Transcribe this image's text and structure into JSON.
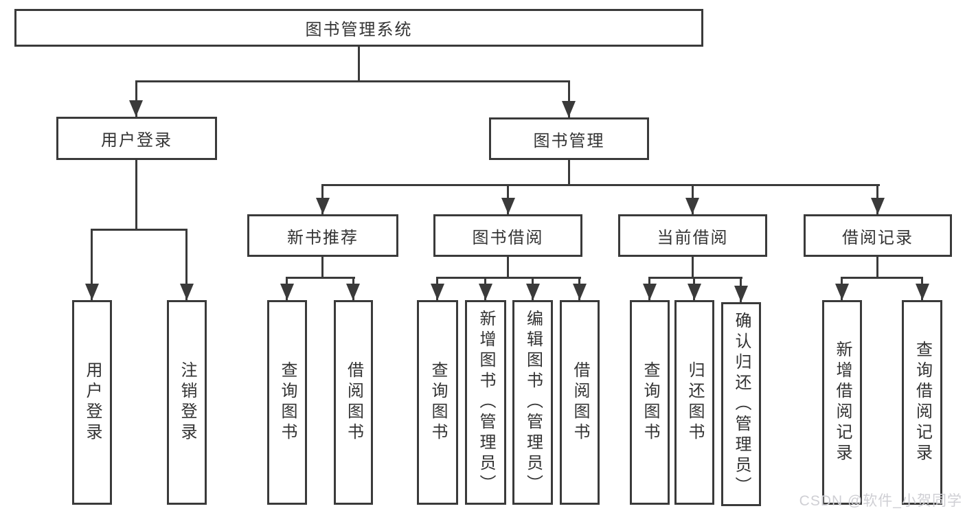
{
  "colors": {
    "line": "#3a3a3a",
    "text": "#333333",
    "background": "#ffffff",
    "watermark": "#cfcfd4"
  },
  "watermark": {
    "text": "CSDN @软件_小贺同学"
  },
  "tree": {
    "label": "图书管理系统",
    "children": [
      {
        "label": "用户登录",
        "children": [
          {
            "label": "用户登录"
          },
          {
            "label": "注销登录"
          }
        ]
      },
      {
        "label": "图书管理",
        "children": [
          {
            "label": "新书推荐",
            "children": [
              {
                "label": "查询图书"
              },
              {
                "label": "借阅图书"
              }
            ]
          },
          {
            "label": "图书借阅",
            "children": [
              {
                "label": "查询图书"
              },
              {
                "label": "新增图书（管理员）"
              },
              {
                "label": "编辑图书（管理员）"
              },
              {
                "label": "借阅图书"
              }
            ]
          },
          {
            "label": "当前借阅",
            "children": [
              {
                "label": "查询图书"
              },
              {
                "label": "归还图书"
              },
              {
                "label": "确认归还（管理员）"
              }
            ]
          },
          {
            "label": "借阅记录",
            "children": [
              {
                "label": "新增借阅记录"
              },
              {
                "label": "查询借阅记录"
              }
            ]
          }
        ]
      }
    ]
  }
}
